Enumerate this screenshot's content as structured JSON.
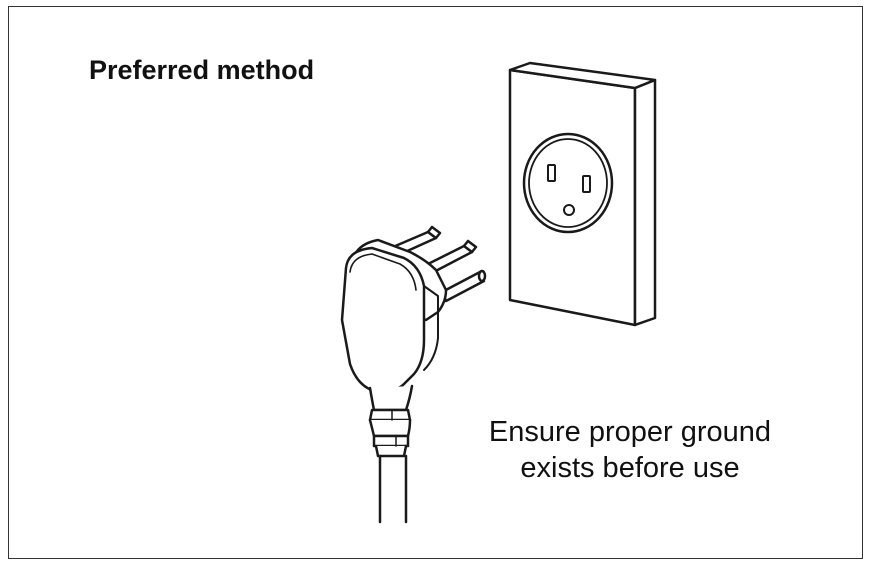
{
  "diagram": {
    "title": "Preferred method",
    "caption": {
      "line1": "Ensure proper ground",
      "line2": "exists before use"
    },
    "icons": [
      "wall-outlet-icon",
      "three-prong-plug-icon",
      "power-cord-icon"
    ],
    "colors": {
      "stroke": "#1a1a1a",
      "fill": "#ffffff",
      "text": "#111111"
    }
  }
}
